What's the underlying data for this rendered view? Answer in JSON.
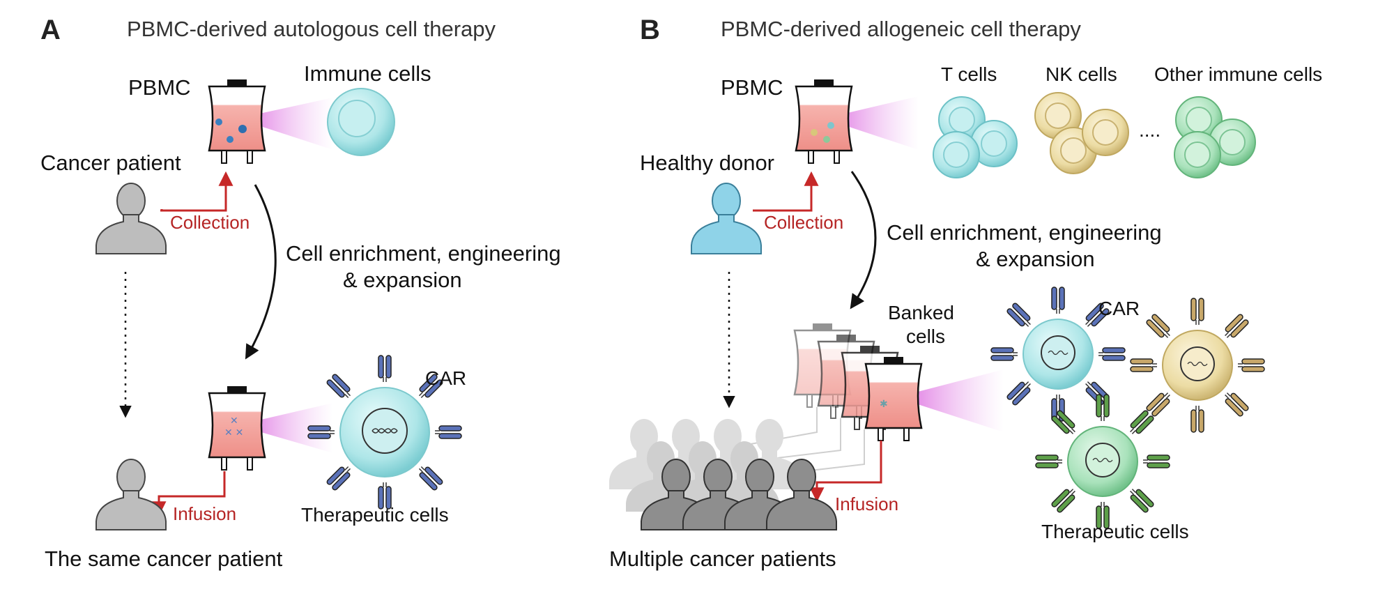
{
  "panel_a": {
    "letter": "A",
    "title": "PBMC-derived autologous cell therapy",
    "pbmc": "PBMC",
    "immune_cells": "Immune cells",
    "patient": "Cancer patient",
    "collection": "Collection",
    "process_line1": "Cell enrichment, engineering",
    "process_line2": "& expansion",
    "car": "CAR",
    "therapeutic_cells": "Therapeutic cells",
    "infusion": "Infusion",
    "same_patient": "The same cancer patient"
  },
  "panel_b": {
    "letter": "B",
    "title": "PBMC-derived allogeneic cell therapy",
    "pbmc": "PBMC",
    "t_cells": "T cells",
    "nk_cells": "NK cells",
    "other_cells": "Other immune cells",
    "ellipsis": "....",
    "donor": "Healthy donor",
    "collection": "Collection",
    "process_line1": "Cell enrichment, engineering",
    "process_line2": "& expansion",
    "banked_line1": "Banked",
    "banked_line2": "cells",
    "car": "CAR",
    "infusion": "Infusion",
    "therapeutic_cells": "Therapeutic cells",
    "patients": "Multiple cancer patients"
  },
  "colors": {
    "collection_red": "#b52424",
    "t_cell": "#9fdde0",
    "nk_cell": "#e8d79a",
    "other_cell": "#9fdcb0",
    "car_blue": "#5b72b8",
    "car_tan": "#c8a86a",
    "car_green": "#5ea04a",
    "donor_blue": "#8fd3e8",
    "patient_gray": "#bdbdbd"
  }
}
